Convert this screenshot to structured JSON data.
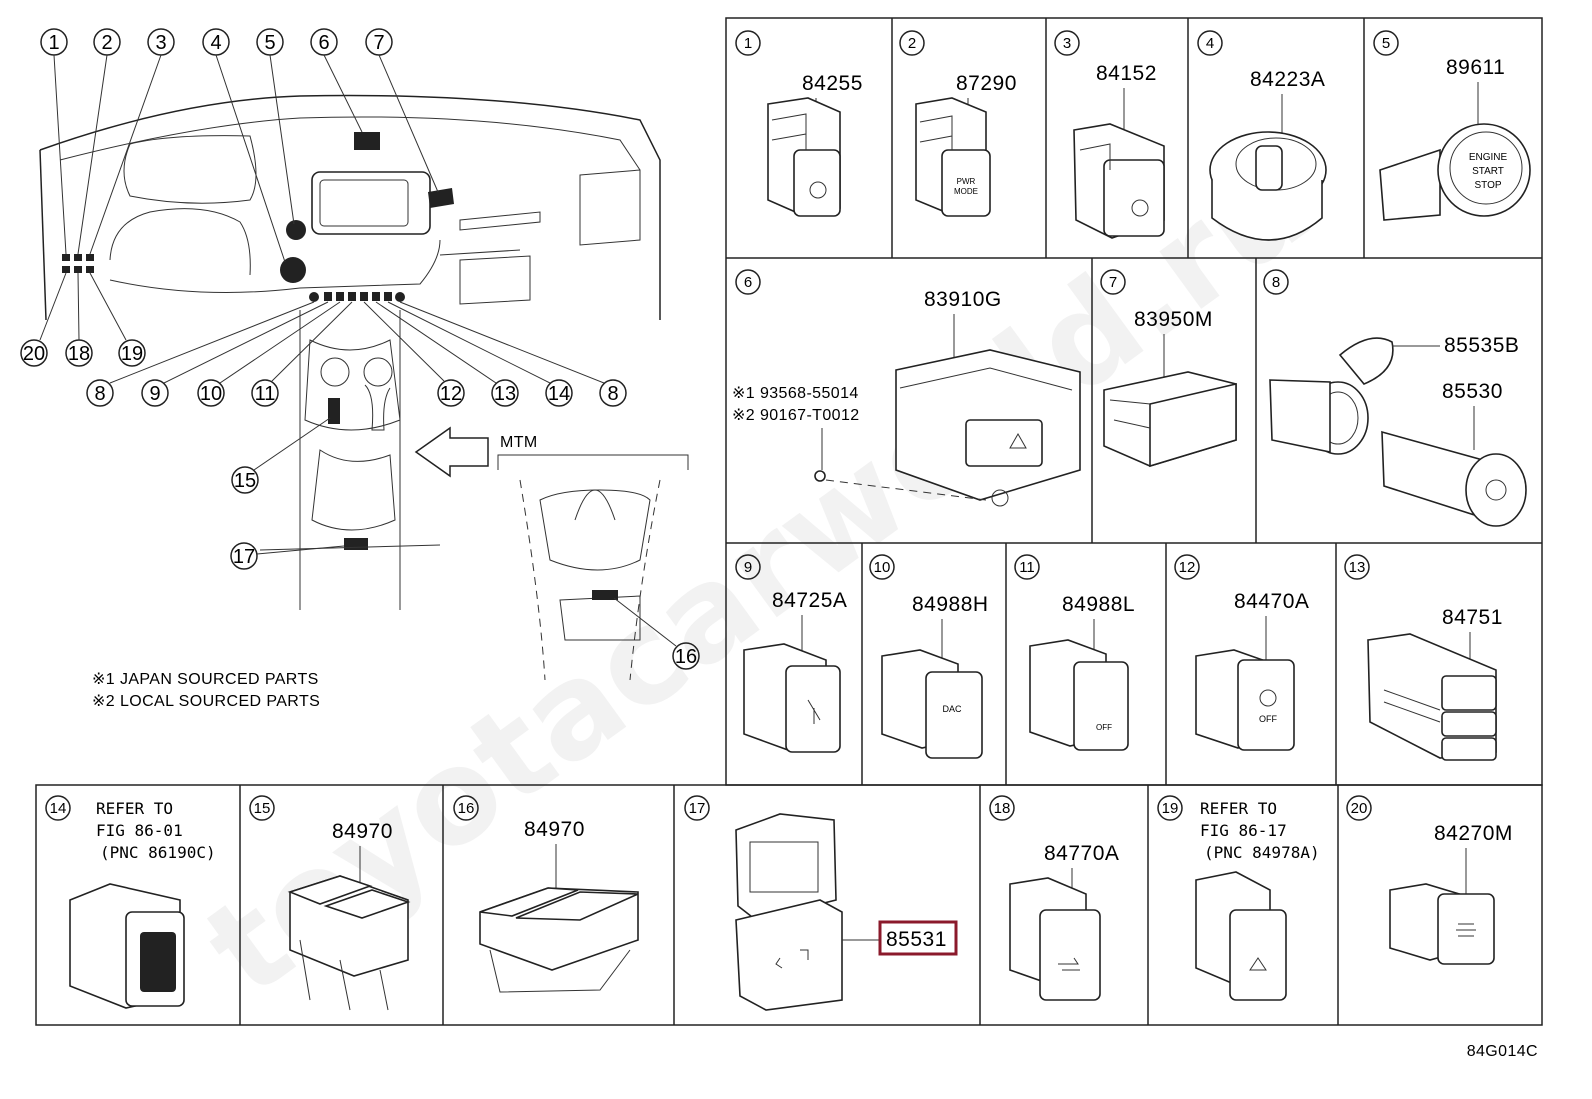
{
  "watermark": "toyotacarworld.ru",
  "figure_code": "84G014C",
  "overview": {
    "callouts_top": [
      "1",
      "2",
      "3",
      "4",
      "5",
      "6",
      "7"
    ],
    "callouts_left": [
      "20",
      "18",
      "19"
    ],
    "callouts_bottom": [
      "8",
      "9",
      "10",
      "11",
      "12",
      "13",
      "14",
      "8"
    ],
    "callout_15": "15",
    "callout_16": "16",
    "callout_17": "17",
    "mtm_label": "MTM",
    "notes": [
      "※1 JAPAN SOURCED PARTS",
      "※2 LOCAL SOURCED PARTS"
    ]
  },
  "cells": [
    {
      "id": "1",
      "part": "84255"
    },
    {
      "id": "2",
      "part": "87290"
    },
    {
      "id": "3",
      "part": "84152"
    },
    {
      "id": "4",
      "part": "84223A"
    },
    {
      "id": "5",
      "part": "89611"
    },
    {
      "id": "6",
      "part": "83910G",
      "subparts": [
        "※1 93568-55014",
        "※2 90167-T0012"
      ]
    },
    {
      "id": "7",
      "part": "83950M"
    },
    {
      "id": "8",
      "part": "85535B",
      "part2": "85530"
    },
    {
      "id": "9",
      "part": "84725A"
    },
    {
      "id": "10",
      "part": "84988H"
    },
    {
      "id": "11",
      "part": "84988L"
    },
    {
      "id": "12",
      "part": "84470A"
    },
    {
      "id": "13",
      "part": "84751"
    },
    {
      "id": "14",
      "refer": [
        "REFER TO",
        "FIG 86-01",
        "(PNC 86190C)"
      ]
    },
    {
      "id": "15",
      "part": "84970"
    },
    {
      "id": "16",
      "part": "84970"
    },
    {
      "id": "17",
      "part": "85531",
      "highlight": true
    },
    {
      "id": "18",
      "part": "84770A"
    },
    {
      "id": "19",
      "refer": [
        "REFER TO",
        "FIG 86-17",
        "(PNC 84978A)"
      ]
    },
    {
      "id": "20",
      "part": "84270M"
    }
  ],
  "switch_glyphs": {
    "start_button": [
      "ENGINE",
      "START",
      "STOP"
    ],
    "pwr_mode": [
      "PWR",
      "MODE"
    ],
    "vsc_off": "OFF",
    "a_off": "OFF",
    "dac": "DAC"
  },
  "colors": {
    "highlight_box": "#8b1a2b",
    "line": "#222222"
  }
}
